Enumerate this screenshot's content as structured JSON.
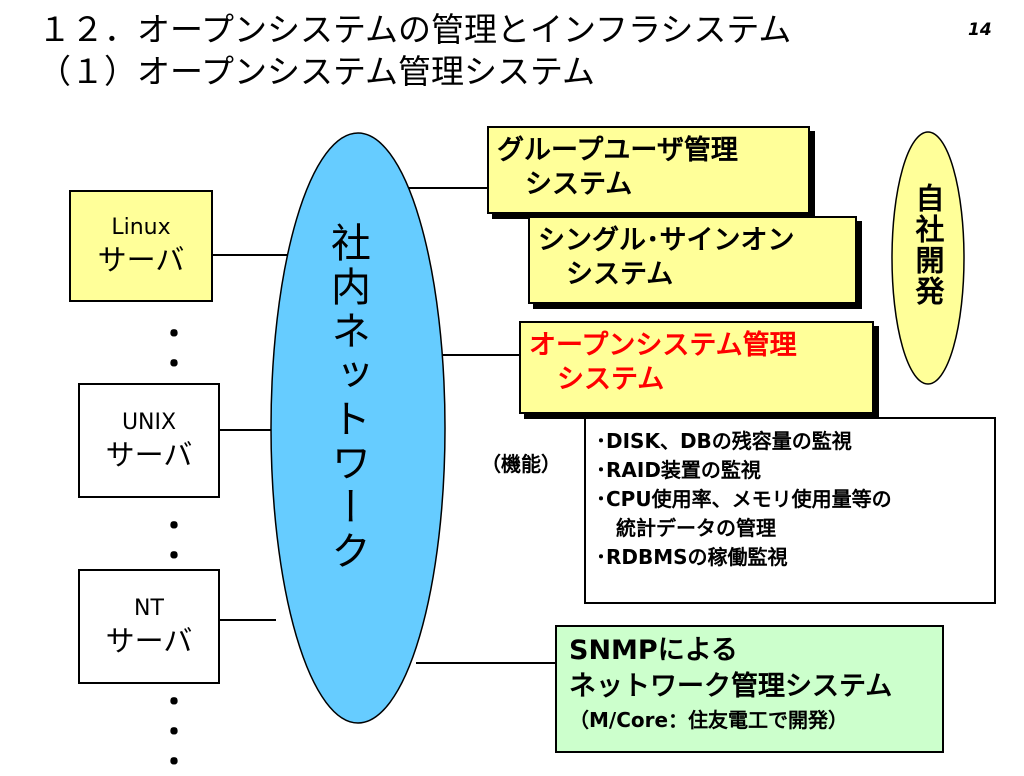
{
  "title": {
    "line1": "１２．オープンシステムの管理とインフラシステム",
    "line2": "（１）オープンシステム管理システム"
  },
  "page_number": "14",
  "network": {
    "label": "社内ネットワーク",
    "color": "#66ccff"
  },
  "servers": [
    {
      "line1": "Linux",
      "line2": "サーバ",
      "color": "#ffff99"
    },
    {
      "line1": "UNIX",
      "line2": "サーバ",
      "color": "#ffffff"
    },
    {
      "line1": "NT",
      "line2": "サーバ",
      "color": "#ffffff"
    }
  ],
  "ellipsis": "・・・",
  "systems": {
    "group_user": {
      "line1": "グループユーザ管理",
      "line2": "システム"
    },
    "single_signon": {
      "line1": "シングル･サインオン",
      "line2": "システム"
    },
    "open_system": {
      "line1": "オープンシステム管理",
      "line2": "システム",
      "color": "#ff0000"
    },
    "snmp": {
      "line1": "SNMPによる",
      "line2": "ネットワーク管理システム",
      "line3": "（M/Core：住友電工で開発）"
    }
  },
  "in_house": {
    "label": "自社開発",
    "color": "#ffff99"
  },
  "functions": {
    "label": "（機能）",
    "items": [
      {
        "text": "･DISK、DBの残容量の監視"
      },
      {
        "text": "･RAID装置の監視"
      },
      {
        "text": "･CPU使用率、メモリ使用量等の",
        "cont": "統計データの管理"
      },
      {
        "text": "･RDBMSの稼働監視"
      }
    ]
  }
}
